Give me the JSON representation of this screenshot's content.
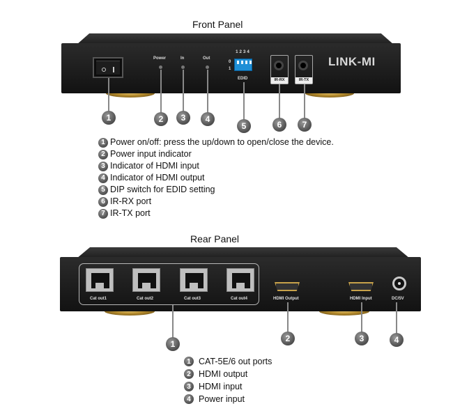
{
  "front": {
    "title": "Front Panel",
    "brand": "LINK-MI",
    "labels": {
      "power": "Power",
      "in": "In",
      "out": "Out",
      "edid": "EDID",
      "dip_numbers": "1 2 3 4",
      "dip_0": "0",
      "dip_1": "1",
      "irrx": "IR-RX",
      "irtx": "IR-TX"
    },
    "legend": [
      {
        "num": "1",
        "text": "Power on/off: press the up/down to open/close the device."
      },
      {
        "num": "2",
        "text": "Power input indicator"
      },
      {
        "num": "3",
        "text": "Indicator of HDMI input"
      },
      {
        "num": "4",
        "text": "Indicator of HDMI output"
      },
      {
        "num": "5",
        "text": "DIP switch for EDID setting"
      },
      {
        "num": "6",
        "text": "IR-RX port"
      },
      {
        "num": "7",
        "text": "IR-TX port"
      }
    ]
  },
  "rear": {
    "title": "Rear Panel",
    "labels": {
      "cat1": "Cat out1",
      "cat2": "Cat out2",
      "cat3": "Cat out3",
      "cat4": "Cat out4",
      "hdmi_out": "HDMI Output",
      "hdmi_in": "HDMI Input",
      "dc": "DC/5V"
    },
    "legend": [
      {
        "num": "1",
        "text": "CAT-5E/6 out ports"
      },
      {
        "num": "2",
        "text": "HDMI output"
      },
      {
        "num": "3",
        "text": "HDMI input"
      },
      {
        "num": "4",
        "text": "Power input"
      }
    ]
  }
}
